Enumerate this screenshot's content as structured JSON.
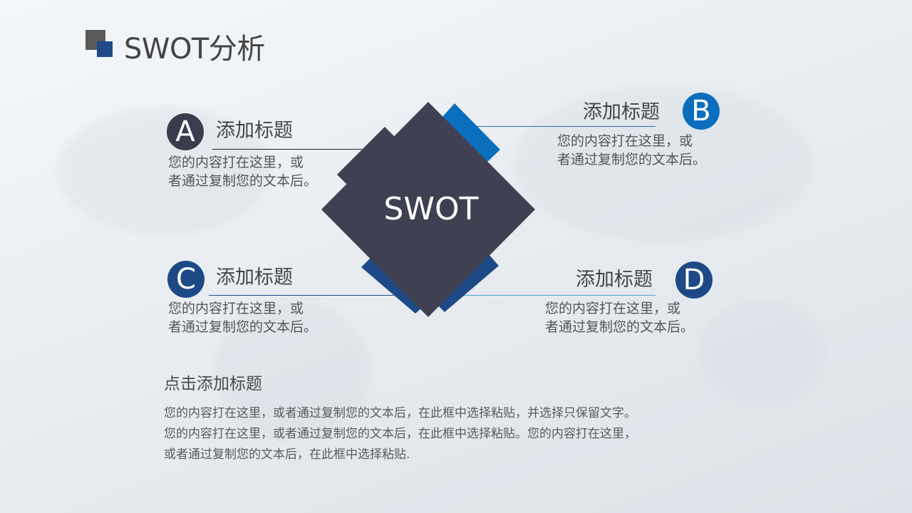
{
  "header": {
    "title": "SWOT分析"
  },
  "diagram": {
    "center_label": "SWOT",
    "colors": {
      "dark": "#3f4051",
      "blue": "#0a6ebd",
      "navy": "#1d4a86",
      "circle_dark": "#3a3d4e"
    },
    "items": [
      {
        "letter": "A",
        "title": "添加标题",
        "body_line1": "您的内容打在这里，或",
        "body_line2": "者通过复制您的文本后。"
      },
      {
        "letter": "B",
        "title": "添加标题",
        "body_line1": "您的内容打在这里，或",
        "body_line2": "者通过复制您的文本后。"
      },
      {
        "letter": "C",
        "title": "添加标题",
        "body_line1": "您的内容打在这里，或",
        "body_line2": "者通过复制您的文本后。"
      },
      {
        "letter": "D",
        "title": "添加标题",
        "body_line1": "您的内容打在这里，或",
        "body_line2": "者通过复制您的文本后。"
      }
    ]
  },
  "summary": {
    "title": "点击添加标题",
    "lines": [
      "您的内容打在这里，或者通过复制您的文本后，在此框中选择粘贴，并选择只保留文字。",
      "您的内容打在这里，或者通过复制您的文本后，在此框中选择粘贴。您的内容打在这里，",
      "或者通过复制您的文本后，在此框中选择粘贴."
    ]
  }
}
